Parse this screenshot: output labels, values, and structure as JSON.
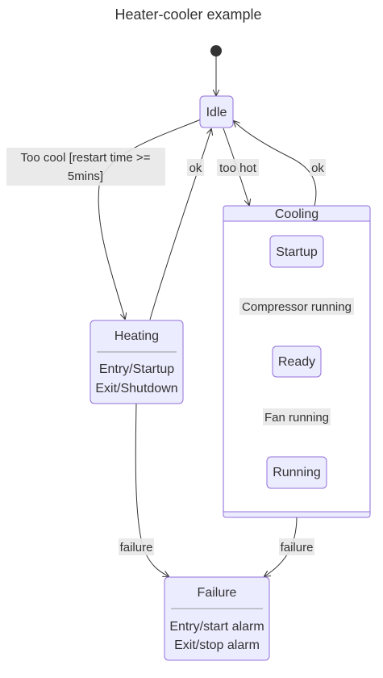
{
  "title": "Heater-cooler example",
  "states": {
    "idle": "Idle",
    "cooling": "Cooling",
    "startup": "Startup",
    "ready": "Ready",
    "running": "Running",
    "heating": "Heating",
    "heating_entry": "Entry/Startup",
    "heating_exit": "Exit/Shutdown",
    "failure": "Failure",
    "failure_entry": "Entry/start alarm",
    "failure_exit": "Exit/stop alarm"
  },
  "transitions": {
    "too_cool_line1": "Too cool [restart time >=",
    "too_cool_line2": "5mins]",
    "ok_heating": "ok",
    "too_hot": "too hot",
    "ok_cooling": "ok",
    "compressor_running": "Compressor running",
    "fan_running": "Fan running",
    "failure_heating": "failure",
    "failure_cooling": "failure"
  },
  "colors": {
    "state_fill": "#ECECFF",
    "state_stroke": "#9370DB",
    "edge": "#333333",
    "label_bg": "#E8E8E8"
  }
}
